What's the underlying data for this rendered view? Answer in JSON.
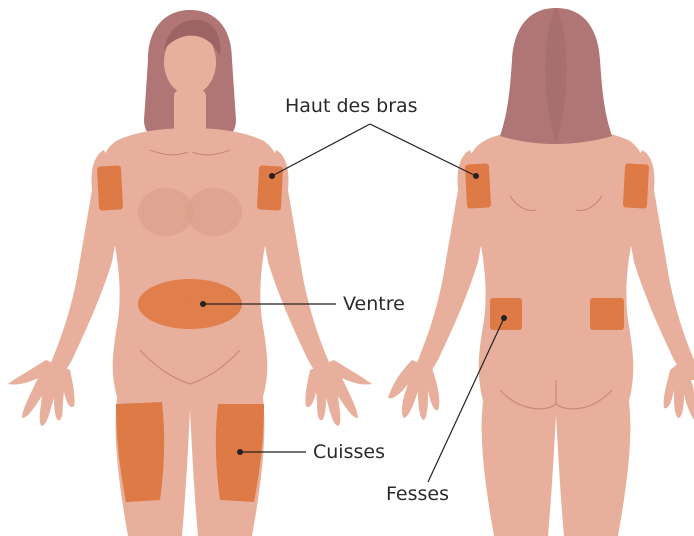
{
  "labels": {
    "upper_arms": "Haut des bras",
    "belly": "Ventre",
    "thighs": "Cuisses",
    "buttocks": "Fesses"
  },
  "colors": {
    "skin": "#e8b09c",
    "hair": "#b07575",
    "injection_zone": "#de7a45",
    "text": "#2a2a2a"
  }
}
